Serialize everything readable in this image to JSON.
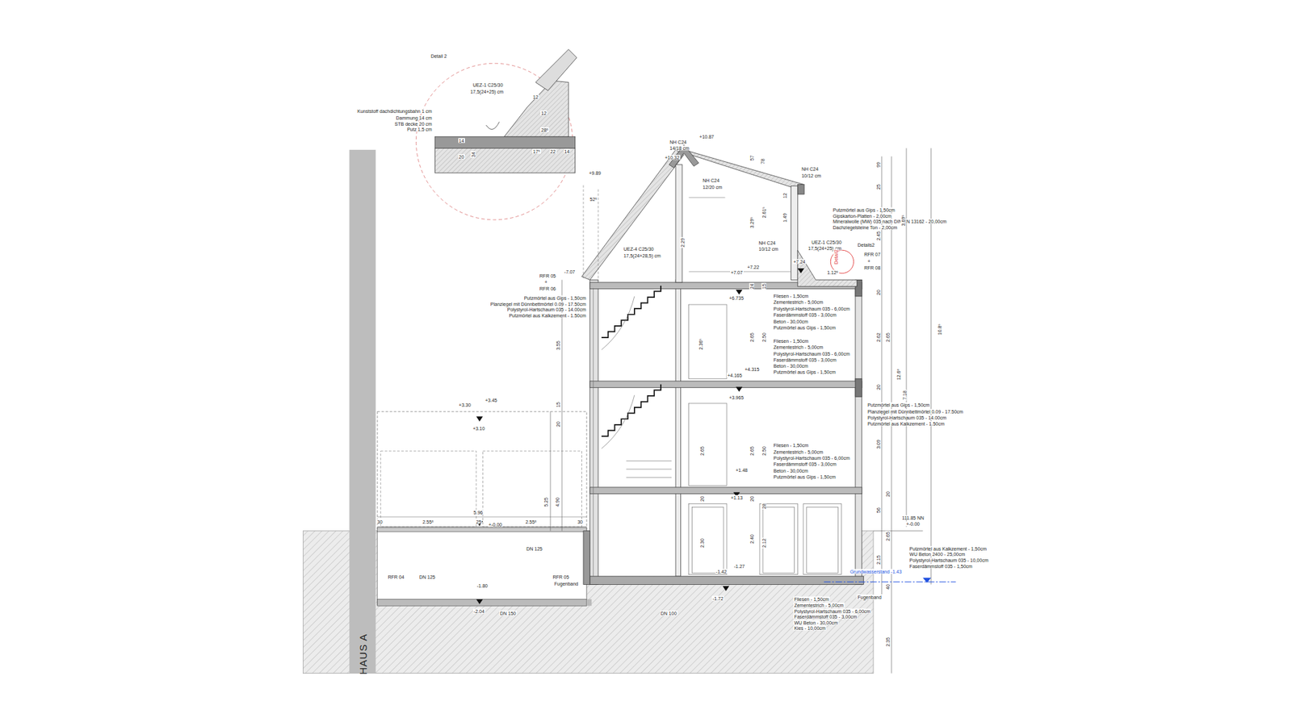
{
  "diagram": {
    "labels": [
      "Detail 2",
      "UEZ-1  C25/30",
      "17,5(24+25) cm",
      "12",
      "Kunststoff dachdichtungsbahn 1 cm",
      "Dammung 14 cm",
      "STB decke 20 cm",
      "Putz 1,5 cm",
      "12",
      "28⁵",
      "14",
      "20",
      "34",
      "17⁵",
      "22",
      "14",
      "+10.87",
      "NH C24",
      "14/18 cm",
      "+10.32",
      "57",
      "78",
      "NH C24",
      "12/20 cm",
      "NH C24",
      "10/12 cm",
      "+9.89",
      "52⁵",
      "2.29",
      "3.29⁵",
      "2.61⁵",
      "1.49",
      "12",
      "Putzmörtel aus Gips - 1,50cm",
      "Gipskarton-Platten - 2,00cm",
      "Mineralwolle (MW) 035 nach DIN EN 13162 - 20,00cm",
      "Dachziegelsteine Ton - 2,00cm",
      "NH C24",
      "10/12 cm",
      "UEZ-1  C25/30",
      "17,5(24+25) cm",
      "Details2",
      "UEZ-4  C25/30",
      "17,5(24+28,5) cm",
      "+7.22",
      "+7.07",
      "+7.24",
      "Detail2",
      "RFR  07",
      "+",
      "RFR  08",
      "-7.07",
      "RFR  05",
      "+",
      "RFR  06",
      "1.12⁵",
      "+6.735",
      "Putzmörtel aus Gips - 1,50cm",
      "Planziegel mit Dünnbettmörtel 0.09 - 17.50cm",
      "Polystyrol-Hartschaum 035 - 14.00cm",
      "Putzmörtel aus Kalkzement - 1.50cm",
      "Fliesen - 1,50cm",
      "Zementestrich  - 5,00cm",
      "Polystyrol-Hartschaum 035 - 6,00cm",
      "Faserdämmstoff 035 - 3,00cm",
      "Beton - 30,00cm",
      "Putzmörtel aus Gips - 1,50cm",
      "Fliesen - 1,50cm",
      "Zementestrich  - 5,00cm",
      "Polystyrol-Hartschaum 035 - 6,00cm",
      "Faserdämmstoff 035 - 3,00cm",
      "Beton - 30,00cm",
      "Putzmörtel aus Gips - 1,50cm",
      "+4.315",
      "+4.165",
      "+3.965",
      "Fliesen - 1,50cm",
      "Zementestrich  - 5,00cm",
      "Polystyrol-Hartschaum 035 - 6,00cm",
      "Faserdämmstoff 035 - 3,00cm",
      "Beton - 30,00cm",
      "Putzmörtel aus Gips - 1,50cm",
      "+1.48",
      "+1.13",
      "Putzmörtel aus Gips - 1,50cm",
      "Planziegel mit Dünnbettmörtel 0.09 - 17.50cm",
      "Polystyrol-Hartschaum 035 - 14.00cm",
      "Putzmörtel aus Kalkzement - 1.50cm",
      "+3.30",
      "+3.45",
      "+3.10",
      "5.25",
      "4.90",
      "5.96",
      "30",
      "2.55⁵",
      "25",
      "2.55⁵",
      "30",
      "+-0.00",
      "DN 125",
      "RFR  04",
      "DN 125",
      "RFR  05",
      "Fugenband",
      "-1.80",
      "-2.04",
      "DN 150",
      "DN 100",
      "HAUS A",
      "-1.42",
      "-1.27",
      "-1.72",
      "111.85 NN",
      "+-0.00",
      "Putzmörtel aus Kalkzement - 1,50cm",
      "WU Beton 2400 - 25,00cm",
      "Polystyrol-Hartschaum 035 - 10,00cm",
      "Faserdämmstoff 035 - 1,50cm",
      "Grundwasserstand -1.43",
      "Fugenband",
      "Fliesen - 1,50cm",
      "Zementestrich - 5,00cm",
      "Polystyrol-Hartschaum 035 - 6,00cm",
      "Faserdämmstoff 035 - 3,00cm",
      "WU Beton - 30,00cm",
      "Kies - 10,00cm",
      "3.55",
      "15",
      "20",
      "99",
      "25",
      "2.45",
      "3.69⁵",
      "20",
      "2.62",
      "2.65",
      "20",
      "3.09",
      "20",
      "56",
      "2.65",
      "2.15",
      "40",
      "2.35",
      "10.8⁶",
      "12.6⁸",
      "7.18",
      "2.36⁵",
      "2.65",
      "2.50",
      "2.65",
      "2.65",
      "2.50",
      "2.30",
      "2.40",
      "2.12",
      "24",
      "15",
      "20",
      "20",
      "28"
    ]
  }
}
